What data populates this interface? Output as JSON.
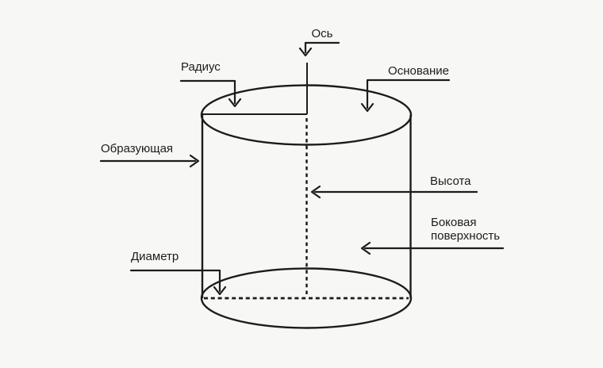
{
  "colors": {
    "page_bg": "#f7f7f5",
    "base_fill": "#fbc75b",
    "line_color": "#1c1c1c",
    "text_color": "#1c1c1c"
  },
  "labels": {
    "axis": "Ось",
    "radius": "Радиус",
    "base": "Основание",
    "generatrix": "Образующая",
    "height": "Высота",
    "lateral_surface": "Боковая поверхность",
    "diameter": "Диаметр"
  }
}
